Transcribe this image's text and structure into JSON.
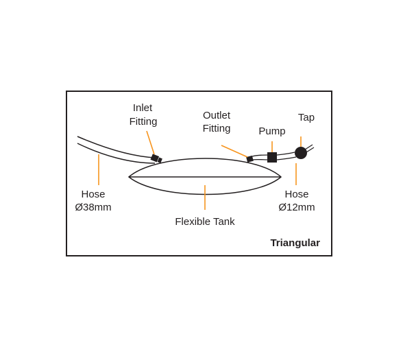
{
  "diagram": {
    "variant_label": "Triangular",
    "labels": {
      "inlet_line1": "Inlet",
      "inlet_line2": "Fitting",
      "outlet_line1": "Outlet",
      "outlet_line2": "Fitting",
      "pump": "Pump",
      "tap": "Tap",
      "hose_left_line1": "Hose",
      "hose_left_line2": "Ø38mm",
      "hose_right_line1": "Hose",
      "hose_right_line2": "Ø12mm",
      "tank": "Flexible Tank"
    },
    "colors": {
      "line": "#231f20",
      "leader": "#f7941d",
      "background": "#ffffff"
    }
  }
}
